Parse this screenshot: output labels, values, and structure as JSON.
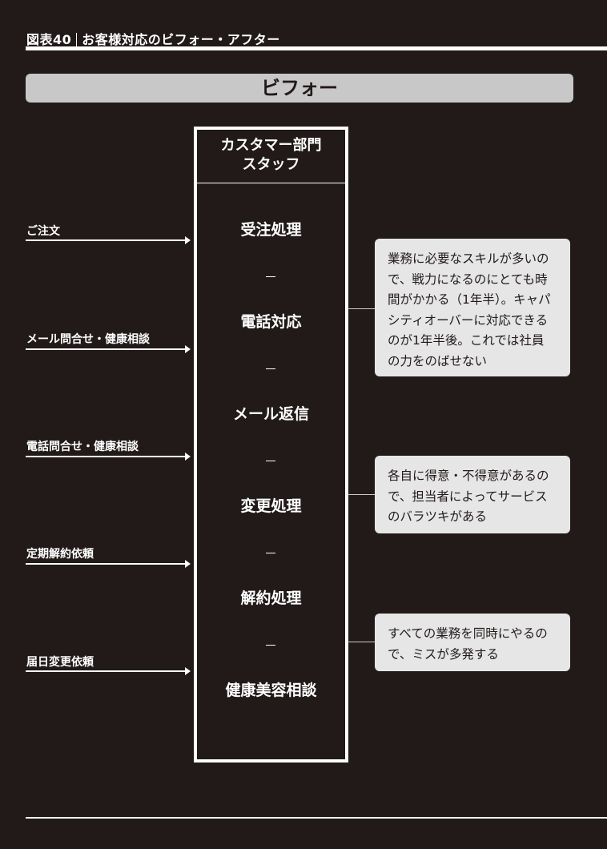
{
  "header": {
    "figure_no": "図表40",
    "title": "お客様対応のビフォー・アフター"
  },
  "banner": "ビフォー",
  "staff": {
    "heading_lines": [
      "カスタマー部門",
      "スタッフ"
    ],
    "tasks": [
      "受注処理",
      "電話対応",
      "メール返信",
      "変更処理",
      "解約処理",
      "健康美容相談"
    ]
  },
  "inputs": [
    "ご注文",
    "メール問合せ・健康相談",
    "電話問合せ・健康相談",
    "定期解約依頼",
    "届日変更依頼"
  ],
  "notes": [
    {
      "lines": [
        "業務に必要なスキルが多いの",
        "で、戦力になるのにとても時",
        "間がかかる（1年半）。キャパ",
        "シティオーバーに対応できる",
        "のが1年半後。これでは社員",
        "の力をのばせない"
      ]
    },
    {
      "lines": [
        "各自に得意・不得意があるの",
        "で、担当者によってサービス",
        "のバラツキがある"
      ]
    },
    {
      "lines": [
        "すべての業務を同時にやるの",
        "で、ミスが多発する"
      ]
    }
  ]
}
